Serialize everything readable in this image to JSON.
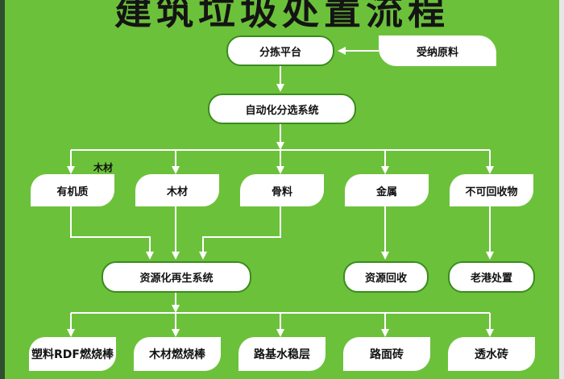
{
  "title": "建筑垃圾处置流程",
  "nodes": {
    "sorting_platform": "分拣平台",
    "raw_intake": "受纳原料",
    "auto_sorting": "自动化分选系统",
    "organic": "有机质",
    "wood": "木材",
    "aggregate": "骨料",
    "metal": "金属",
    "non_recyclable": "不可回收物",
    "regen_system": "资源化再生系统",
    "recycling": "资源回收",
    "landfill": "老港处置",
    "plastic_rdf": "塑料RDF燃烧棒",
    "wood_rods": "木材燃烧棒",
    "road_base": "路基水稳层",
    "pavement_brick": "路面砖",
    "permeable_brick": "透水砖"
  },
  "labels": {
    "wood_side": "木材"
  }
}
